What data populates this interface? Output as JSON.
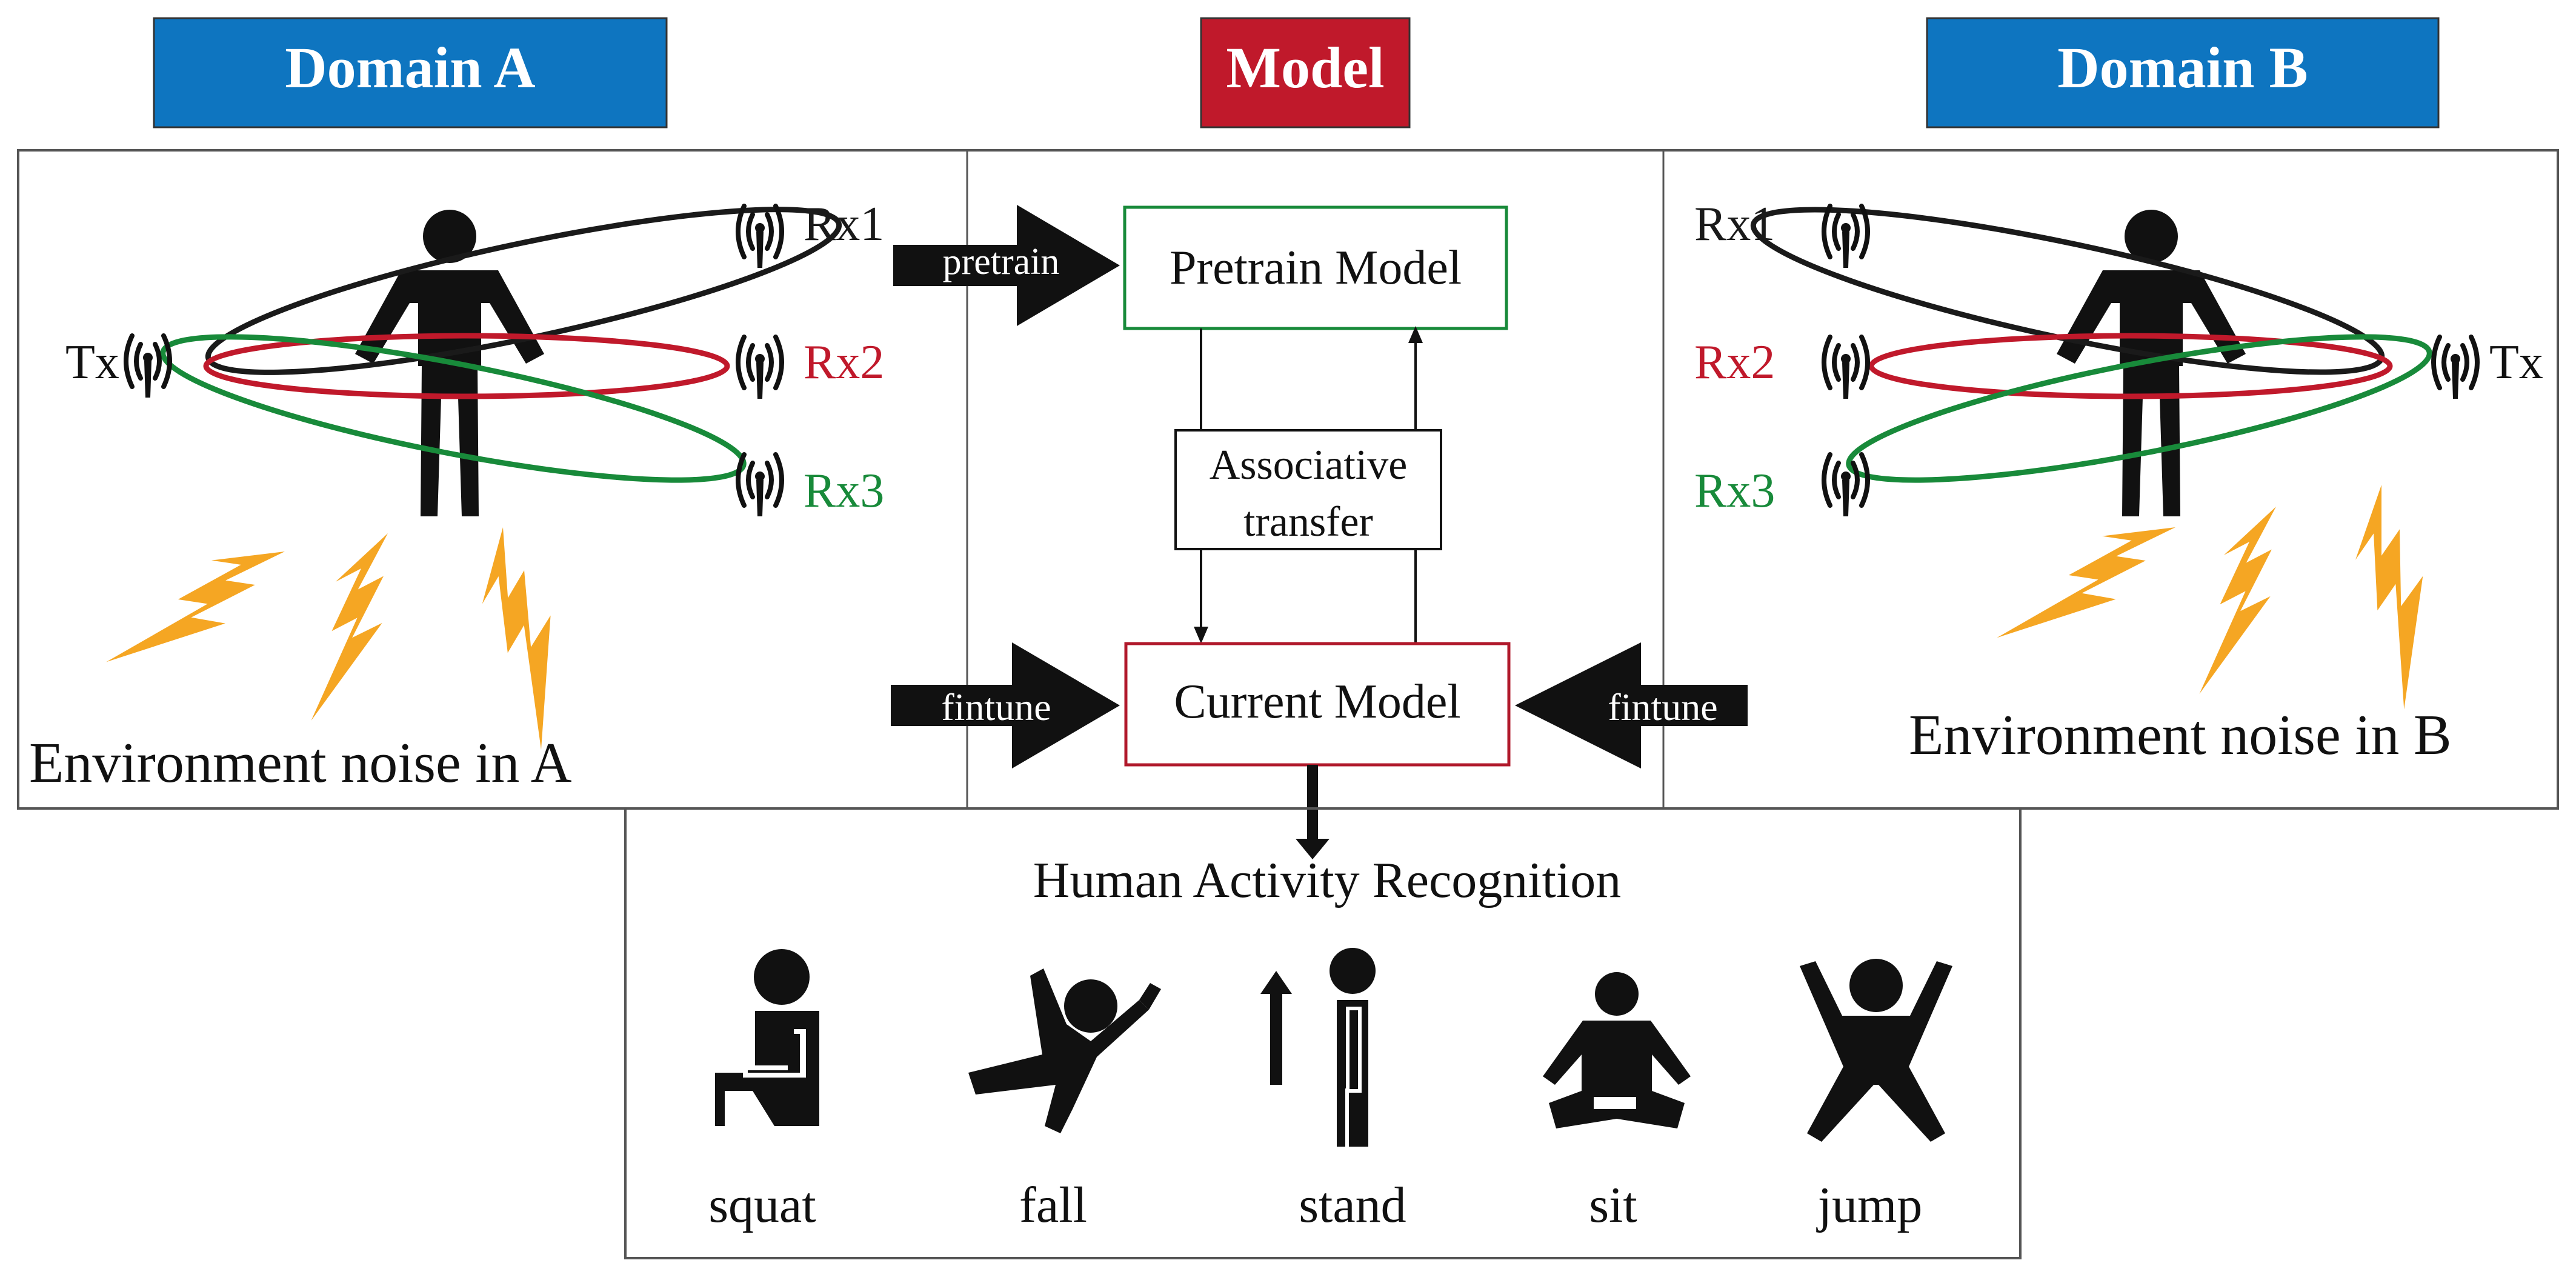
{
  "headers": {
    "domain_a": "Domain A",
    "model": "Model",
    "domain_b": "Domain B"
  },
  "domain_a": {
    "tx_label": "Tx",
    "rx1_label": "Rx1",
    "rx2_label": "Rx2",
    "rx3_label": "Rx3",
    "noise_label": "Environment noise in A"
  },
  "domain_b": {
    "tx_label": "Tx",
    "rx1_label": "Rx1",
    "rx2_label": "Rx2",
    "rx3_label": "Rx3",
    "noise_label": "Environment noise in B"
  },
  "model": {
    "pretrain_arrow_label": "pretrain",
    "pretrain_box_label": "Pretrain Model",
    "transfer_line1": "Associative",
    "transfer_line2": "transfer",
    "current_box_label": "Current Model",
    "finetune_left_label": "fintune",
    "finetune_right_label": "fintune"
  },
  "har": {
    "title": "Human Activity Recognition",
    "activities": [
      "squat",
      "fall",
      "stand",
      "sit",
      "jump"
    ]
  },
  "colors": {
    "header_blue": "#0e75c0",
    "header_red": "#c0192b",
    "rx1": "#1a1a1a",
    "rx2": "#c0192b",
    "rx3": "#188a3a",
    "pretrain_border": "#188a3a",
    "current_border": "#b0192b",
    "noise": "#f5a623"
  }
}
